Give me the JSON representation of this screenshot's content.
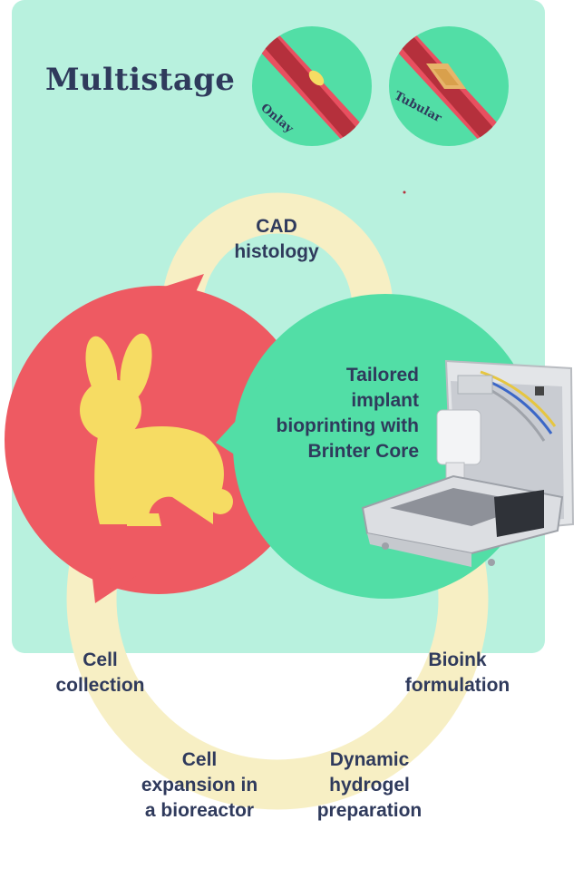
{
  "title": "Multistage",
  "insets": {
    "onlay": "Onlay",
    "tubular": "Tubular"
  },
  "steps": {
    "cad": "CAD\nhistology",
    "bioprinting": "Tailored\nimplant\nbioprinting with\nBrinter Core",
    "bioink": "Bioink\nformulation",
    "hydrogel": "Dynamic\nhydrogel\npreparation",
    "expansion": "Cell\nexpansion in\na bioreactor",
    "collection": "Cell\ncollection"
  },
  "colors": {
    "panel": "#b8f1de",
    "ring": "#f7efc4",
    "red_bubble": "#ee5a62",
    "green_bubble": "#52dea6",
    "rabbit": "#f6dc63",
    "text": "#2f3a5c"
  },
  "icons": [
    "rabbit-icon",
    "bioprinter-icon",
    "artery-onlay-icon",
    "artery-tubular-icon"
  ]
}
